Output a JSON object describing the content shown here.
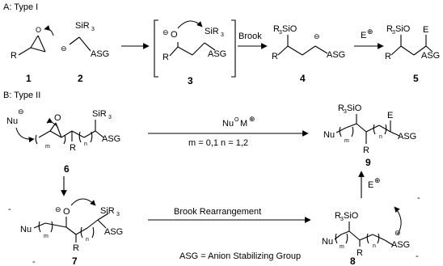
{
  "headers": {
    "type1": "A: Type I",
    "type2": "B: Type II"
  },
  "labels": {
    "c1": "1",
    "c2": "2",
    "c3": "3",
    "c4": "4",
    "c5": "5",
    "c6": "6",
    "c7": "7",
    "c8": "8",
    "c9": "9"
  },
  "atoms": {
    "R": "R",
    "SiR3": "SiR",
    "sub3": "3",
    "R3Si": "R",
    "SiO": "SiO",
    "ASG": "ASG",
    "O": "O",
    "E": "E",
    "Nu": "Nu",
    "m": "m",
    "n": "n",
    "minus": "⊖",
    "plus": "⊕"
  },
  "arrows": {
    "brook": "Brook",
    "electrophile": "E",
    "nucleophile_main": "Nu",
    "nucleophile_O": "O",
    "nucleophile_M": "M",
    "conditions": "m = 0,1  n = 1,2",
    "brook_rearrangement": "Brook Rearrangement"
  },
  "footnote": "ASG = Anion Stabilizing Group",
  "stray_marks": [
    "-",
    "-",
    "-",
    "-"
  ]
}
